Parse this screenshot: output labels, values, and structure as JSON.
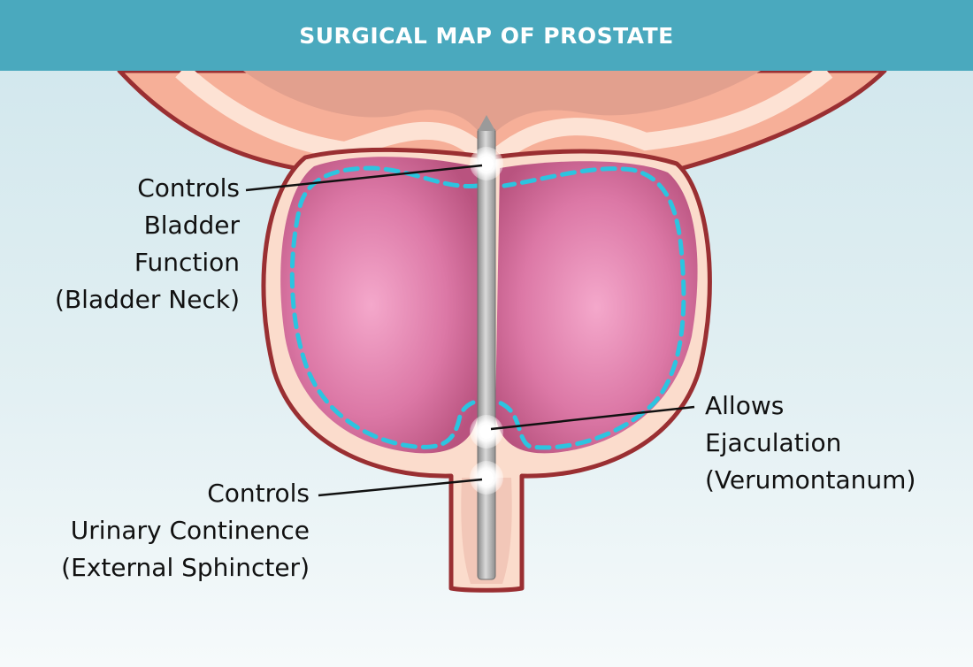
{
  "title": "SURGICAL MAP OF PROSTATE",
  "labels": {
    "bladder_neck": {
      "lines": [
        "Controls",
        "Bladder",
        "Function",
        "(Bladder Neck)"
      ]
    },
    "verumontanum": {
      "lines": [
        "Allows",
        "Ejaculation",
        "(Verumontanum)"
      ]
    },
    "external_sphincter": {
      "lines": [
        "Controls",
        "Urinary Continence",
        "(External Sphincter)"
      ]
    }
  },
  "colors": {
    "header": "#4aa9be",
    "capsule_outline": "#9a2f32",
    "capsule_fill": "#fbdccc",
    "bladder": "#f7b09a",
    "bladder_inner": "#e2a08a",
    "prostate_lobe": "#d96fa0",
    "dashed_zone": "#2cc4e0",
    "instrument": "#a3a3a3"
  }
}
